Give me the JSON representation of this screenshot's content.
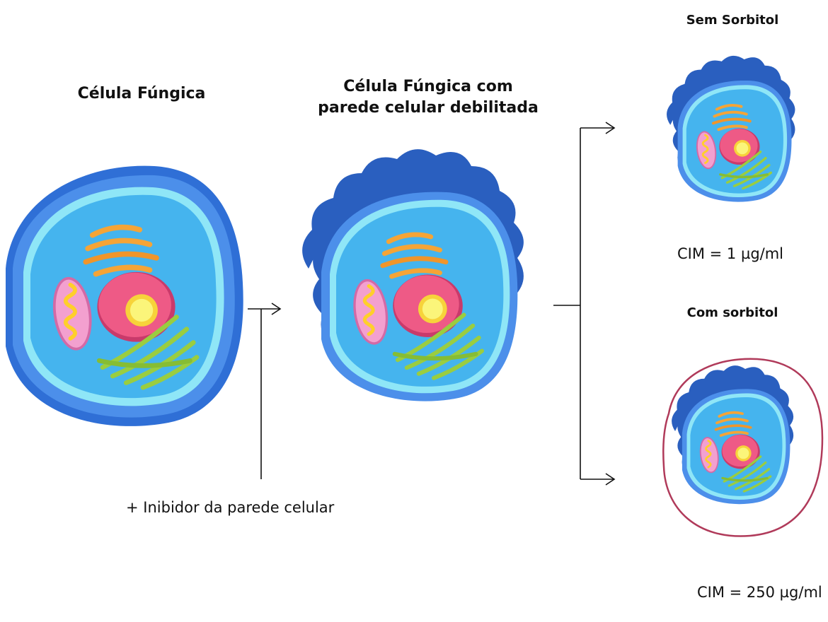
{
  "labels": {
    "cell_normal": "Célula Fúngica",
    "cell_weak_line1": "Célula Fúngica com",
    "cell_weak_line2": "parede celular debilitada",
    "no_sorbitol": "Sem Sorbitol",
    "with_sorbitol": "Com sorbitol",
    "inhibitor": "+ Inibidor da parede celular",
    "mic_no_sorbitol": "CIM = 1 µg/ml",
    "mic_with_sorbitol": "CIM = 250 µg/ml"
  },
  "colors": {
    "wall": "#3f7fdc",
    "wall_dark": "#2a5fbf",
    "membrane": "#7fe0f5",
    "cytoplasm": "#45b4ee",
    "golgi": "#f5a436",
    "nucleus": "#ee5a86",
    "nucleolus": "#f5ef5a",
    "mitochondrion": "#f08cc0",
    "mito_inner": "#ffd83a",
    "er": "#9acd40",
    "sorbitol_outline": "#b03a5a",
    "arrow": "#111111"
  }
}
